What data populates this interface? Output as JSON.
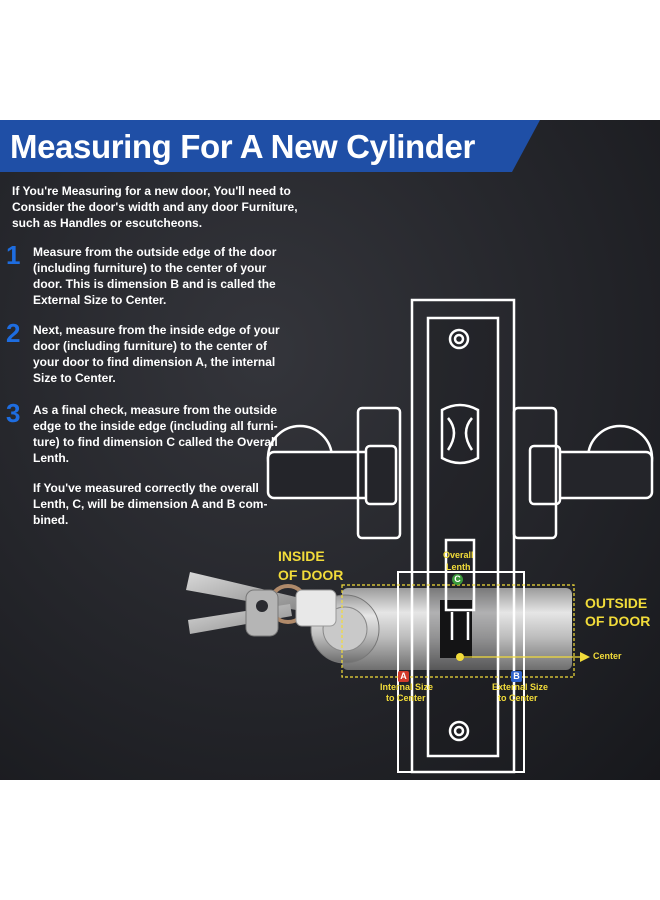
{
  "title": "Measuring For A New Cylinder",
  "intro": "If You're Measuring for a new door, You'll need to Consider the door's width and any door Furniture, such as Handles or escutcheons.",
  "steps": [
    {
      "number": "1",
      "text": "Measure from the outside edge of the door (including furniture) to the center of your door. This is dimension B and is called the External Size to Center."
    },
    {
      "number": "2",
      "text": "Next, measure from the inside edge of your door (including furniture) to the center of your door to find dimension A, the internal Size to Center."
    },
    {
      "number": "3",
      "text": "As a final check, measure from the outside edge to the inside edge (including all furni-ture) to find dimension C called the Overall Lenth."
    }
  ],
  "note": "If You've measured correctly the overall Lenth, C, will be dimension A and B com-bined.",
  "labels": {
    "inside_line1": "INSIDE",
    "inside_line2": "OF DOOR",
    "outside_line1": "OUTSIDE",
    "outside_line2": "OF DOOR",
    "overall_line1": "Overall",
    "overall_line2": "Lenth",
    "center": "Center",
    "internal_line1": "Internal Size",
    "internal_line2": "to Center",
    "external_line1": "External Size",
    "external_line2": "to Center",
    "badge_a": "A",
    "badge_b": "B",
    "badge_c": "C"
  },
  "colors": {
    "banner_blue": "#1f4fa6",
    "step_number_blue": "#1e6de0",
    "label_yellow": "#f2dc3a",
    "badge_red": "#d23a2a",
    "badge_blue": "#2e62c9",
    "badge_green": "#3a9a3a"
  },
  "icons": [
    "key-icon",
    "cylinder-lock-icon",
    "door-handle-icon"
  ]
}
